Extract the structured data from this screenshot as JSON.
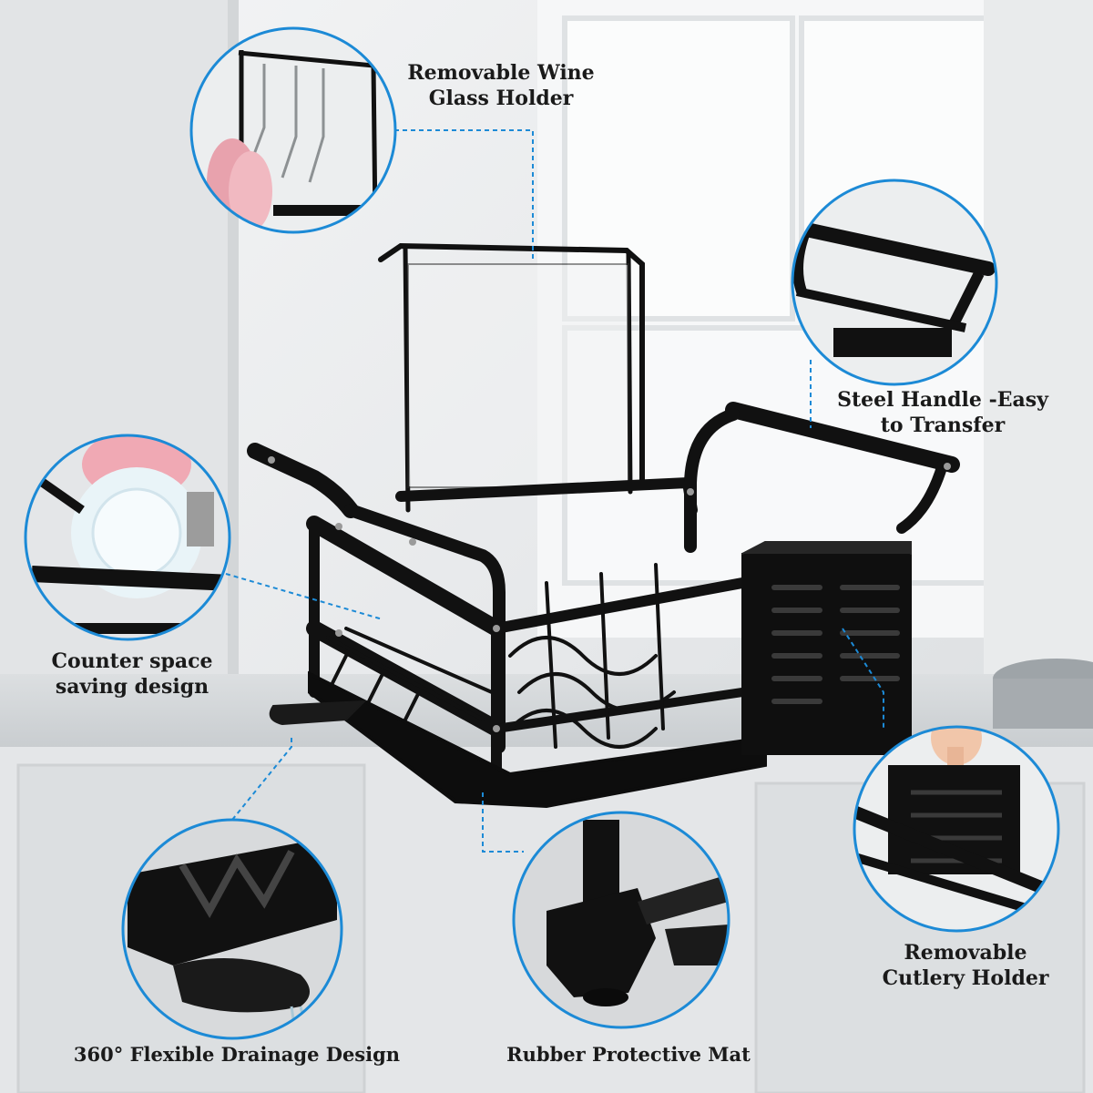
{
  "features": {
    "wine_glass_holder": {
      "line1": "Removable Wine",
      "line2": "Glass Holder"
    },
    "steel_handle": {
      "line1": "Steel Handle -Easy",
      "line2": "to Transfer"
    },
    "counter_space": {
      "line1": "Counter space",
      "line2": "saving design"
    },
    "cutlery_holder": {
      "line1": "Removable",
      "line2": "Cutlery Holder"
    },
    "drainage": {
      "line1": "360° Flexible Drainage Design"
    },
    "protective_mat": {
      "line1": "Rubber Protective Mat"
    }
  },
  "colors": {
    "callout_ring": "#1c8ad6",
    "rack": "#111111",
    "background": "#eef0f1"
  }
}
